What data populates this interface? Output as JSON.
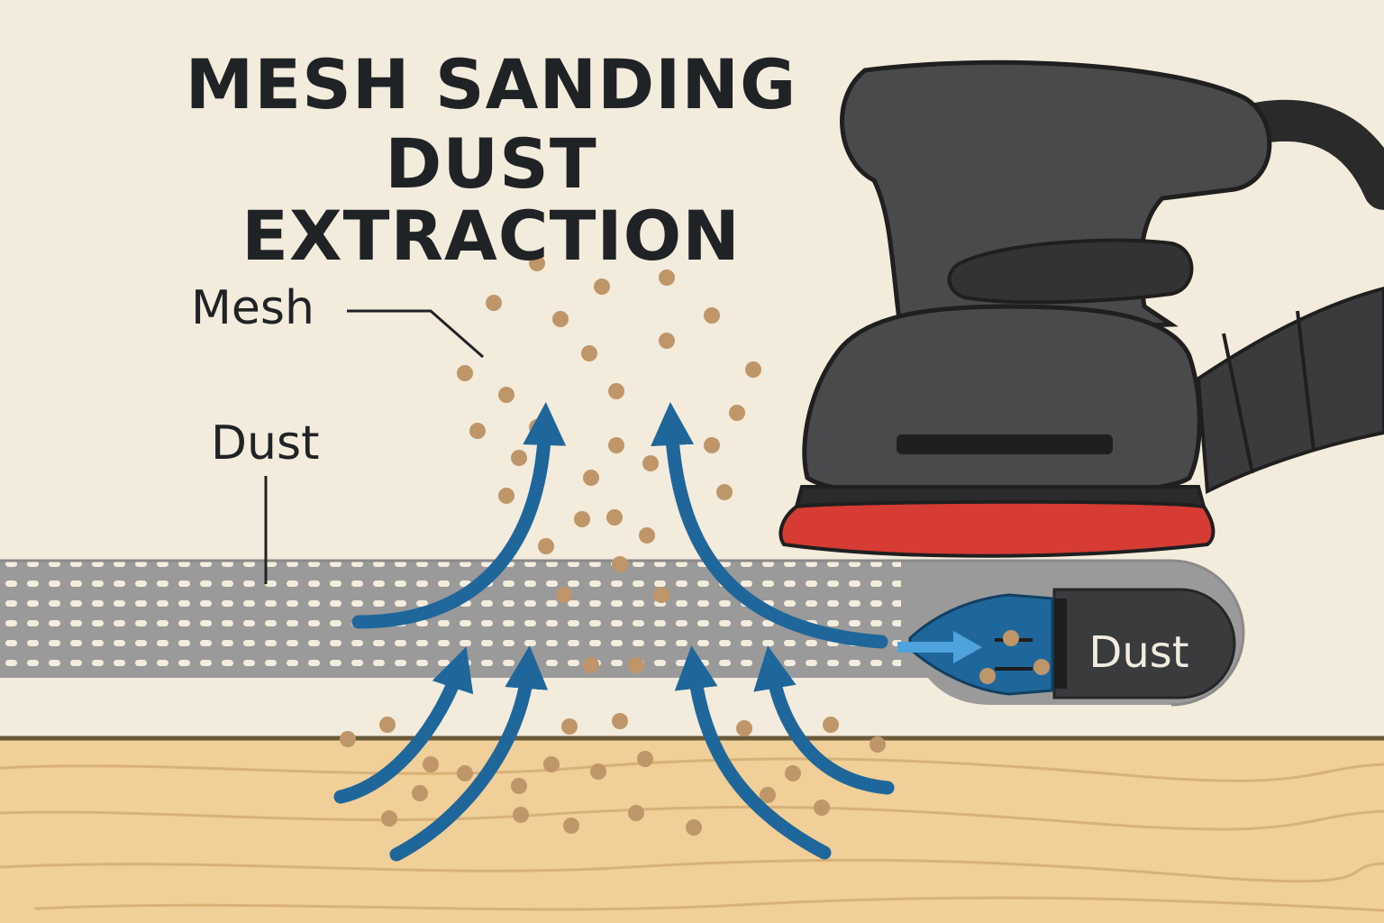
{
  "title": {
    "line1": "MESH SANDING",
    "line2": "DUST EXTRACTION"
  },
  "labels": {
    "mesh": "Mesh",
    "dust": "Dust",
    "outlet": "Dust"
  },
  "colors": {
    "background": "#f3ebdc",
    "wood": "#f0cf98",
    "mesh": "#9a9a9a",
    "airflow_arrow": "#1f679a",
    "dust_particle": "#bf9669",
    "sander_body": "#4a4a4c",
    "sanding_pad": "#d63b34",
    "title_text": "#1f2326"
  },
  "icons": {
    "sander": "random-orbit-sander-icon",
    "airflow": "airflow-arrow-icon",
    "dust": "dust-particle-icon",
    "port": "dust-port-icon"
  }
}
